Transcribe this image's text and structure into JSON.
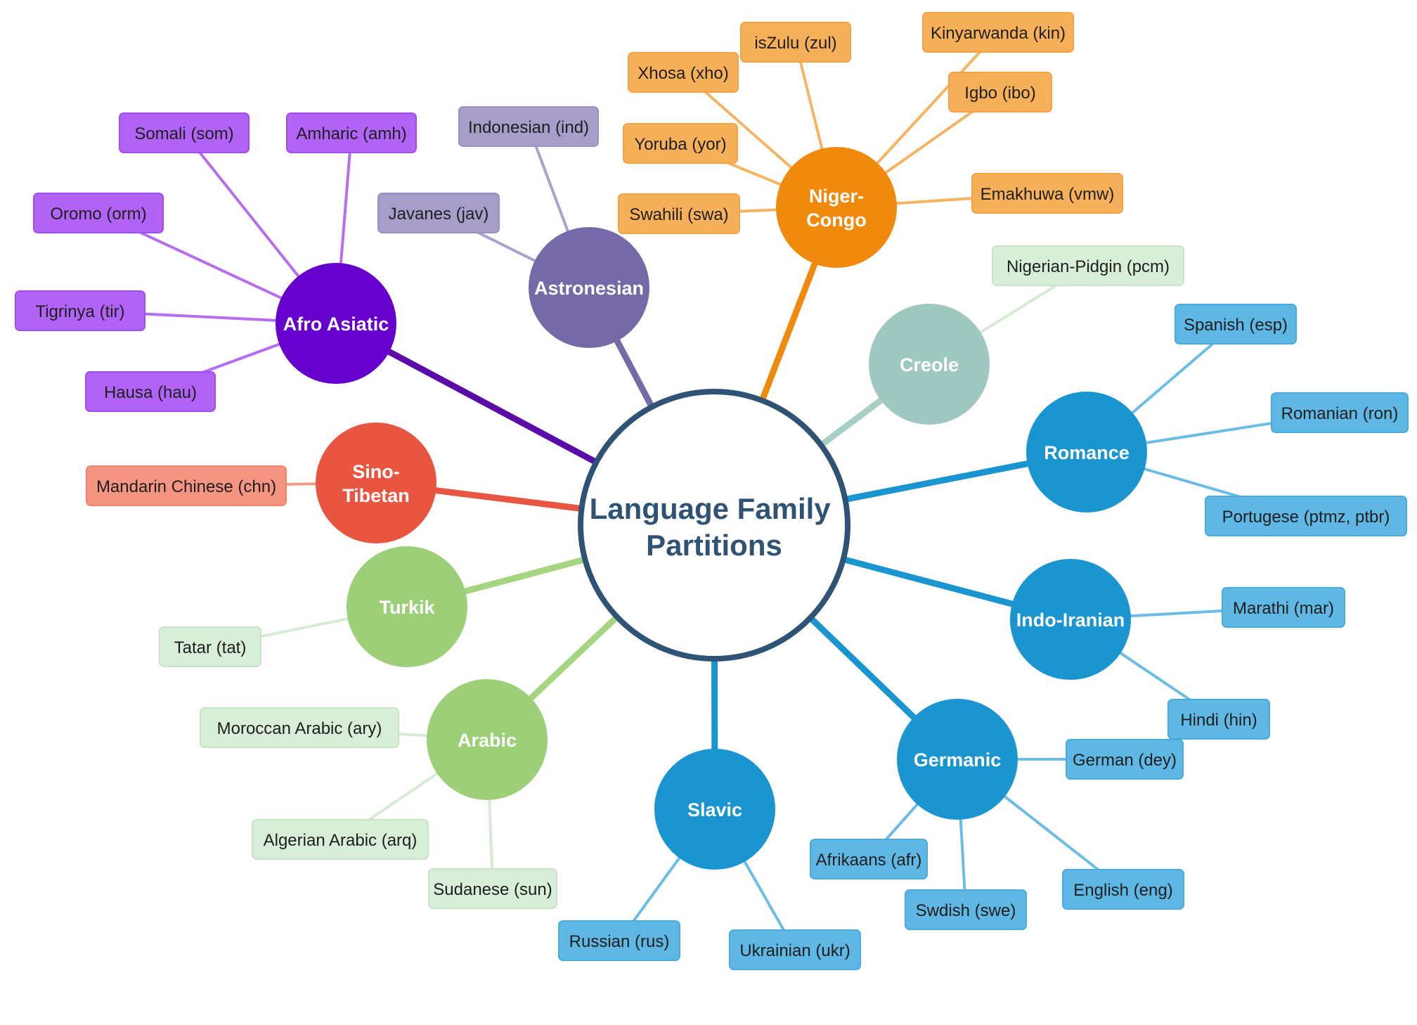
{
  "center": {
    "label": [
      "Language Family",
      "Partitions"
    ],
    "border": "#2f5374",
    "text": "#2f5374"
  },
  "families": [
    {
      "id": "afro-asiatic",
      "label": [
        "Afro Asiatic"
      ],
      "color": "#6600cc",
      "line": "#5a0ba8",
      "leaf_fill": "#b163f5",
      "leaf_stroke": "#a14df0",
      "leaf_line": "#b56ef2",
      "leaves": [
        "Somali (som)",
        "Amharic (amh)",
        "Oromo (orm)",
        "Tigrinya (tir)",
        "Hausa (hau)"
      ]
    },
    {
      "id": "astronesian",
      "label": [
        "Astronesian"
      ],
      "color": "#7669a8",
      "line": "#7669a8",
      "leaf_fill": "#a79dc9",
      "leaf_stroke": "#9b90c2",
      "leaf_line": "#aaa1cd",
      "leaves": [
        "Indonesian (ind)",
        "Javanes (jav)"
      ]
    },
    {
      "id": "niger-congo",
      "label": [
        "Niger-",
        "Congo"
      ],
      "color": "#ef8a0c",
      "line": "#ef8a0c",
      "leaf_fill": "#f7b05a",
      "leaf_stroke": "#f3a246",
      "leaf_line": "#f5b462",
      "leaves": [
        "isZulu (zul)",
        "Kinyarwanda (kin)",
        "Xhosa (xho)",
        "Igbo (ibo)",
        "Yoruba (yor)",
        "Emakhuwa (vmw)",
        "Swahili (swa)"
      ]
    },
    {
      "id": "creole",
      "label": [
        "Creole"
      ],
      "color": "#9ec8c0",
      "line": "#a8cfc6",
      "leaf_fill": "#d9eed8",
      "leaf_stroke": "#c8e4c6",
      "leaf_line": "#d6ebd4",
      "leaves": [
        "Nigerian-Pidgin (pcm)"
      ]
    },
    {
      "id": "romance",
      "label": [
        "Romance"
      ],
      "color": "#1a95d0",
      "line": "#1a95d0",
      "leaf_fill": "#5fb7e3",
      "leaf_stroke": "#4aabdc",
      "leaf_line": "#6cbde6",
      "leaves": [
        "Spanish (esp)",
        "Romanian (ron)",
        "Portugese (ptmz, ptbr)"
      ]
    },
    {
      "id": "indo-iranian",
      "label": [
        "Indo-Iranian"
      ],
      "color": "#1a95d0",
      "line": "#1a95d0",
      "leaf_fill": "#5fb7e3",
      "leaf_stroke": "#4aabdc",
      "leaf_line": "#6cbde6",
      "leaves": [
        "Marathi (mar)",
        "Hindi (hin)"
      ]
    },
    {
      "id": "germanic",
      "label": [
        "Germanic"
      ],
      "color": "#1a95d0",
      "line": "#1a95d0",
      "leaf_fill": "#5fb7e3",
      "leaf_stroke": "#4aabdc",
      "leaf_line": "#6cbde6",
      "leaves": [
        "German (dey)",
        "Afrikaans (afr)",
        "Swdish (swe)",
        "English (eng)"
      ]
    },
    {
      "id": "slavic",
      "label": [
        "Slavic"
      ],
      "color": "#1a95d0",
      "line": "#1a95d0",
      "leaf_fill": "#5fb7e3",
      "leaf_stroke": "#4aabdc",
      "leaf_line": "#6cbde6",
      "leaves": [
        "Russian (rus)",
        "Ukrainian (ukr)"
      ]
    },
    {
      "id": "arabic",
      "label": [
        "Arabic"
      ],
      "color": "#9ccf78",
      "line": "#a6d582",
      "leaf_fill": "#d9eed8",
      "leaf_stroke": "#c8e4c6",
      "leaf_line": "#d6ebd4",
      "leaves": [
        "Moroccan Arabic (ary)",
        "Algerian Arabic (arq)",
        "Sudanese (sun)"
      ]
    },
    {
      "id": "turkik",
      "label": [
        "Turkik"
      ],
      "color": "#9ccf78",
      "line": "#a6d582",
      "leaf_fill": "#d9eed8",
      "leaf_stroke": "#c8e4c6",
      "leaf_line": "#d6ebd4",
      "leaves": [
        "Tatar (tat)"
      ]
    },
    {
      "id": "sino-tibetan",
      "label": [
        "Sino-",
        "Tibetan"
      ],
      "color": "#e85540",
      "line": "#e85540",
      "leaf_fill": "#f49581",
      "leaf_stroke": "#ef8570",
      "leaf_line": "#f39a87",
      "leaves": [
        "Mandarin Chinese (chn)"
      ]
    }
  ]
}
